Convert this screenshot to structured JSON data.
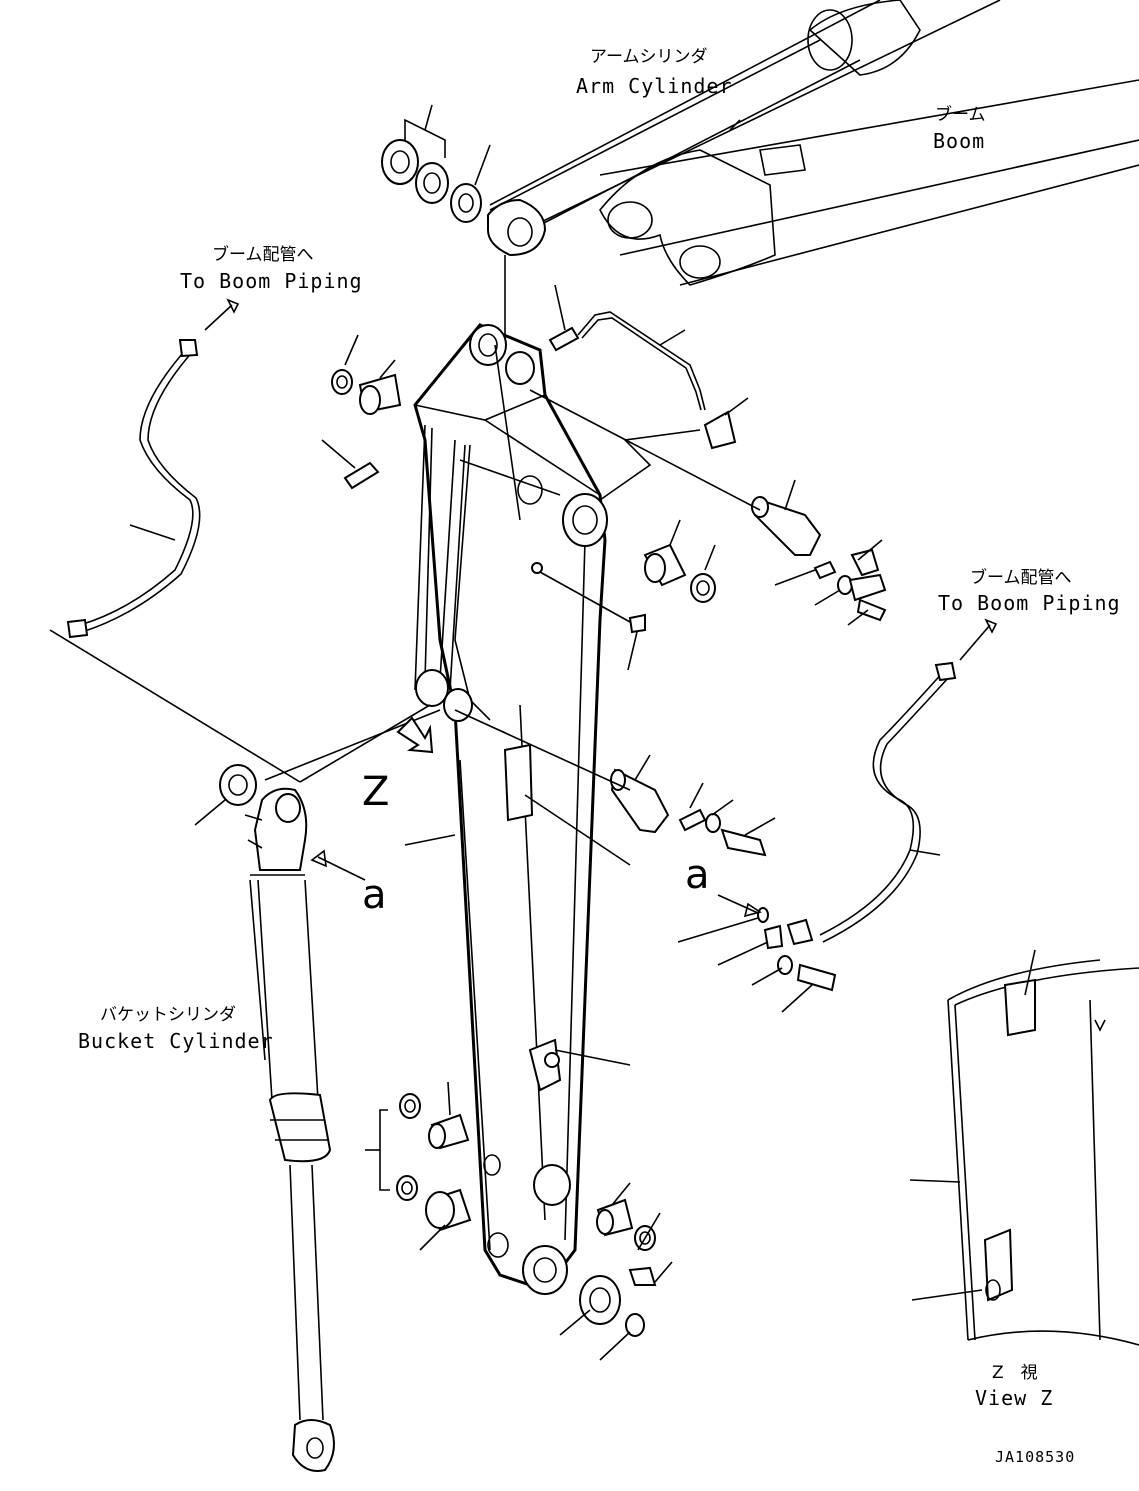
{
  "labels": {
    "arm_cylinder_jp": "アームシリンダ",
    "arm_cylinder_en": "Arm Cylinder",
    "boom_jp": "ブーム",
    "boom_en": "Boom",
    "to_boom_piping_left_jp": "ブーム配管へ",
    "to_boom_piping_left_en": "To Boom Piping",
    "to_boom_piping_right_jp": "ブーム配管へ",
    "to_boom_piping_right_en": "To Boom Piping",
    "bucket_cylinder_jp": "バケットシリンダ",
    "bucket_cylinder_en": "Bucket Cylinder",
    "view_marker": "Z",
    "detail_marker_left": "a",
    "detail_marker_right": "a",
    "view_z_jp": "Z　視",
    "view_z_en": "View Z",
    "drawing_code": "JA108530"
  }
}
